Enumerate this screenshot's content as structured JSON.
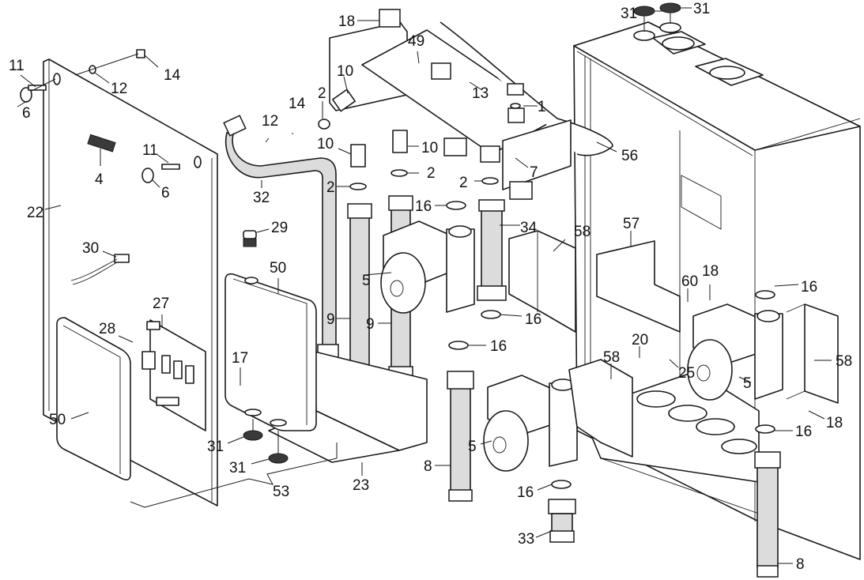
{
  "diagram": {
    "type": "exploded-parts-view",
    "subject": "pump module with cabinet, manifold, circulation pumps and control box",
    "labels": [
      {
        "id": "lbl-11a",
        "text": "11",
        "part": "screw"
      },
      {
        "id": "lbl-6a",
        "text": "6",
        "part": "knob"
      },
      {
        "id": "lbl-12a",
        "text": "12",
        "part": "washer"
      },
      {
        "id": "lbl-14a",
        "text": "14",
        "part": "clip-nut"
      },
      {
        "id": "lbl-4",
        "text": "4",
        "part": "type-plate"
      },
      {
        "id": "lbl-11b",
        "text": "11",
        "part": "screw"
      },
      {
        "id": "lbl-6b",
        "text": "6",
        "part": "knob"
      },
      {
        "id": "lbl-22",
        "text": "22",
        "part": "front-panel"
      },
      {
        "id": "lbl-30",
        "text": "30",
        "part": "cable-connector"
      },
      {
        "id": "lbl-27",
        "text": "27",
        "part": "circuit-board"
      },
      {
        "id": "lbl-28",
        "text": "28",
        "part": "screw"
      },
      {
        "id": "lbl-50a",
        "text": "50",
        "part": "control-box-cover"
      },
      {
        "id": "lbl-18a",
        "text": "18",
        "part": "screw"
      },
      {
        "id": "lbl-49",
        "text": "49",
        "part": "manifold"
      },
      {
        "id": "lbl-10a",
        "text": "10",
        "part": "fitting"
      },
      {
        "id": "lbl-2a",
        "text": "2",
        "part": "gasket"
      },
      {
        "id": "lbl-14b",
        "text": "14",
        "part": "clip-nut"
      },
      {
        "id": "lbl-12b",
        "text": "12",
        "part": "washer"
      },
      {
        "id": "lbl-10b",
        "text": "10",
        "part": "fitting"
      },
      {
        "id": "lbl-10c",
        "text": "10",
        "part": "fitting"
      },
      {
        "id": "lbl-2b",
        "text": "2",
        "part": "gasket"
      },
      {
        "id": "lbl-2c",
        "text": "2",
        "part": "gasket"
      },
      {
        "id": "lbl-32",
        "text": "32",
        "part": "bent-pipe"
      },
      {
        "id": "lbl-29",
        "text": "29",
        "part": "cable-gland"
      },
      {
        "id": "lbl-50b",
        "text": "50",
        "part": "control-box"
      },
      {
        "id": "lbl-9a",
        "text": "9",
        "part": "pipe"
      },
      {
        "id": "lbl-9b",
        "text": "9",
        "part": "pipe"
      },
      {
        "id": "lbl-5a",
        "text": "5",
        "part": "circulation-pump"
      },
      {
        "id": "lbl-17",
        "text": "17",
        "part": "screw"
      },
      {
        "id": "lbl-31a",
        "text": "31",
        "part": "grommet"
      },
      {
        "id": "lbl-31b",
        "text": "31",
        "part": "grommet"
      },
      {
        "id": "lbl-53",
        "text": "53",
        "part": "control-assembly"
      },
      {
        "id": "lbl-23",
        "text": "23",
        "part": "bracket"
      },
      {
        "id": "lbl-13",
        "text": "13",
        "part": "plug"
      },
      {
        "id": "lbl-1",
        "text": "1",
        "part": "seal"
      },
      {
        "id": "lbl-56",
        "text": "56",
        "part": "insulation"
      },
      {
        "id": "lbl-7",
        "text": "7",
        "part": "mounting-plate"
      },
      {
        "id": "lbl-2d",
        "text": "2",
        "part": "gasket"
      },
      {
        "id": "lbl-16a",
        "text": "16",
        "part": "gasket"
      },
      {
        "id": "lbl-34",
        "text": "34",
        "part": "pipe"
      },
      {
        "id": "lbl-58a",
        "text": "58",
        "part": "pump-bracket"
      },
      {
        "id": "lbl-16b",
        "text": "16",
        "part": "gasket"
      },
      {
        "id": "lbl-16c",
        "text": "16",
        "part": "gasket"
      },
      {
        "id": "lbl-8a",
        "text": "8",
        "part": "pipe"
      },
      {
        "id": "lbl-5b",
        "text": "5",
        "part": "circulation-pump"
      },
      {
        "id": "lbl-16d",
        "text": "16",
        "part": "gasket"
      },
      {
        "id": "lbl-33",
        "text": "33",
        "part": "connector"
      },
      {
        "id": "lbl-58b",
        "text": "58",
        "part": "pump-bracket"
      },
      {
        "id": "lbl-31c",
        "text": "31",
        "part": "grommet"
      },
      {
        "id": "lbl-31d",
        "text": "31",
        "part": "grommet"
      },
      {
        "id": "lbl-57",
        "text": "57",
        "part": "cover"
      },
      {
        "id": "lbl-60",
        "text": "60",
        "part": "screw"
      },
      {
        "id": "lbl-18b",
        "text": "18",
        "part": "screw"
      },
      {
        "id": "lbl-16e",
        "text": "16",
        "part": "gasket"
      },
      {
        "id": "lbl-20",
        "text": "20",
        "part": "screw"
      },
      {
        "id": "lbl-25",
        "text": "25",
        "part": "washer"
      },
      {
        "id": "lbl-5c",
        "text": "5",
        "part": "circulation-pump"
      },
      {
        "id": "lbl-58c",
        "text": "58",
        "part": "pump-bracket"
      },
      {
        "id": "lbl-18c",
        "text": "18",
        "part": "screw"
      },
      {
        "id": "lbl-16f",
        "text": "16",
        "part": "gasket"
      },
      {
        "id": "lbl-8b",
        "text": "8",
        "part": "pipe"
      }
    ]
  }
}
